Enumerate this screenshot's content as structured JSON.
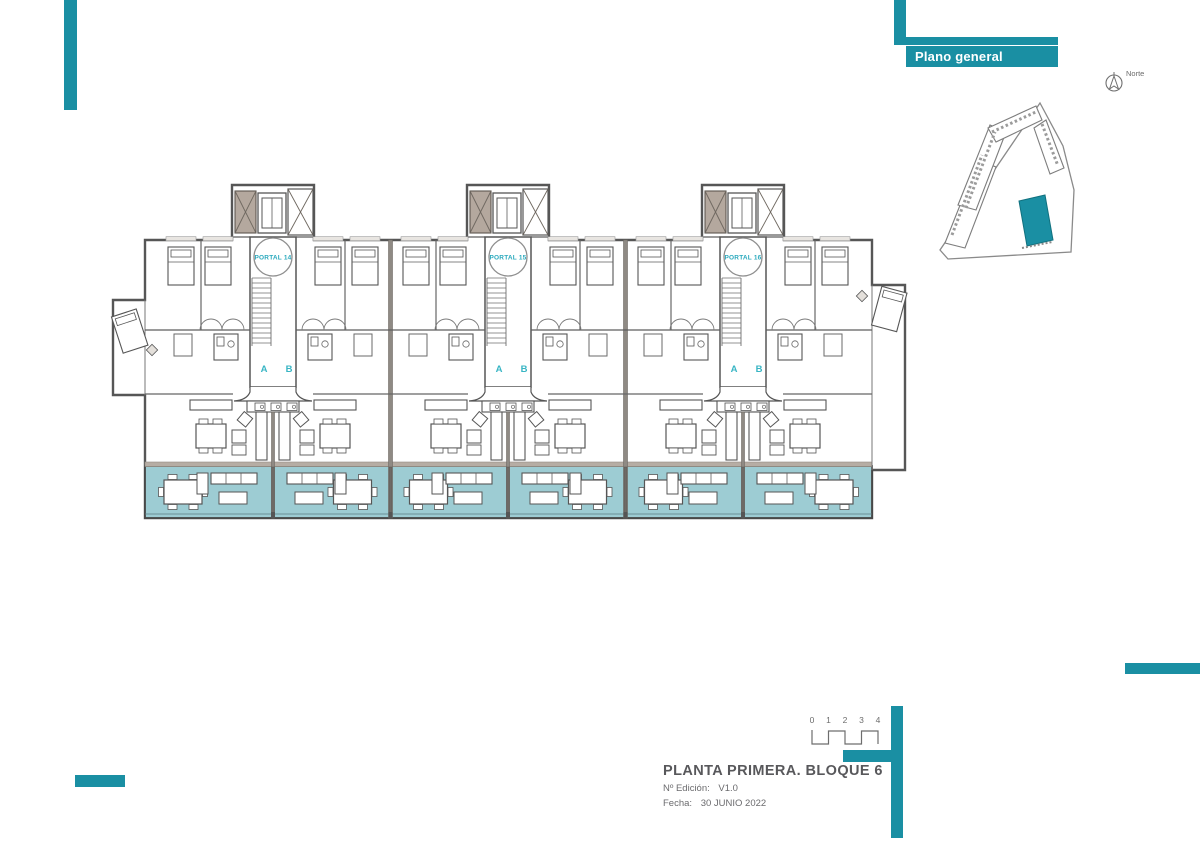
{
  "header": {
    "banner_label": "Plano general"
  },
  "north": {
    "label": "Norte"
  },
  "plan": {
    "portals": [
      {
        "label": "PORTAL 14",
        "unit_a": "A",
        "unit_b": "B"
      },
      {
        "label": "PORTAL 15",
        "unit_a": "A",
        "unit_b": "B"
      },
      {
        "label": "PORTAL 16",
        "unit_a": "A",
        "unit_b": "B"
      }
    ],
    "colors": {
      "accent": "#1a8fa3",
      "terrace_fill": "#9dccd3",
      "wall": "#565656",
      "shaded_box": "#b4a89e"
    }
  },
  "scale_bar": {
    "ticks": [
      "0",
      "1",
      "2",
      "3",
      "4"
    ]
  },
  "title_block": {
    "title": "PLANTA PRIMERA.  BLOQUE 6",
    "edition_label": "Nº Edición:",
    "edition_value": "V1.0",
    "date_label": "Fecha:",
    "date_value": "30 JUNIO 2022"
  }
}
